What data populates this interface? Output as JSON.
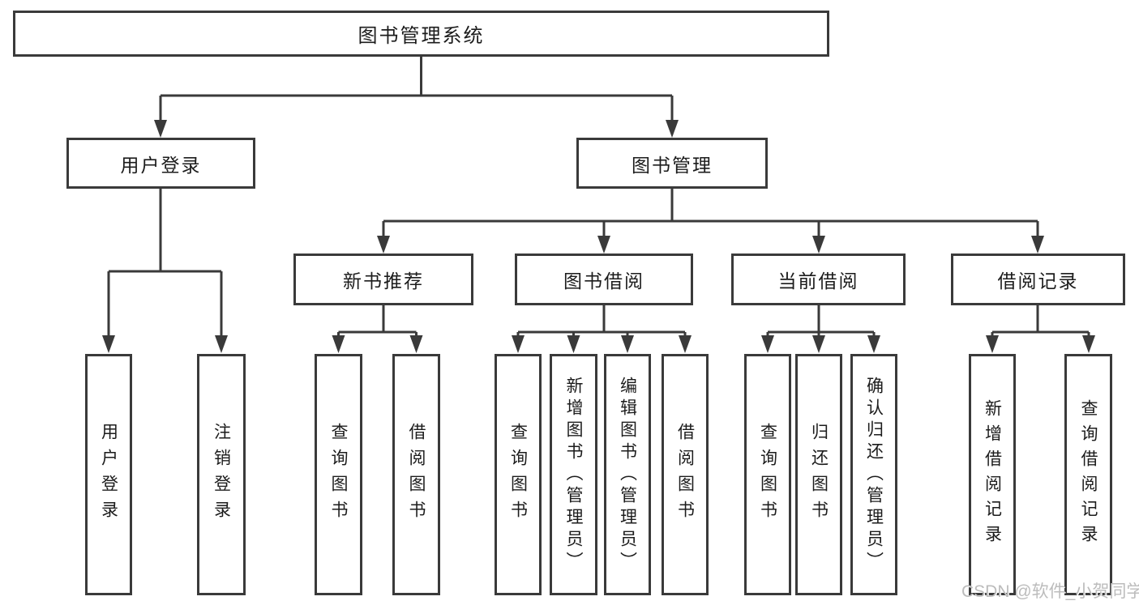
{
  "diagram": {
    "root": {
      "label": "图书管理系统"
    },
    "children": [
      {
        "label": "用户登录",
        "children": [
          {
            "label": "用户登录"
          },
          {
            "label": "注销登录"
          }
        ]
      },
      {
        "label": "图书管理",
        "children": [
          {
            "label": "新书推荐",
            "children": [
              {
                "label": "查询图书"
              },
              {
                "label": "借阅图书"
              }
            ]
          },
          {
            "label": "图书借阅",
            "children": [
              {
                "label": "查询图书"
              },
              {
                "label": "新增图书（管理员）"
              },
              {
                "label": "编辑图书（管理员）"
              },
              {
                "label": "借阅图书"
              }
            ]
          },
          {
            "label": "当前借阅",
            "children": [
              {
                "label": "查询图书"
              },
              {
                "label": "归还图书"
              },
              {
                "label": "确认归还（管理员）"
              }
            ]
          },
          {
            "label": "借阅记录",
            "children": [
              {
                "label": "新增借阅记录"
              },
              {
                "label": "查询借阅记录"
              }
            ]
          }
        ]
      }
    ]
  },
  "watermark": {
    "text": "CSDN @软件_小贺同学"
  },
  "colors": {
    "line": "#3a3a3a",
    "text": "#1c1c1c",
    "box_background": "#ffffff",
    "watermark": "#bcbcbc",
    "background": "#ffffff"
  }
}
